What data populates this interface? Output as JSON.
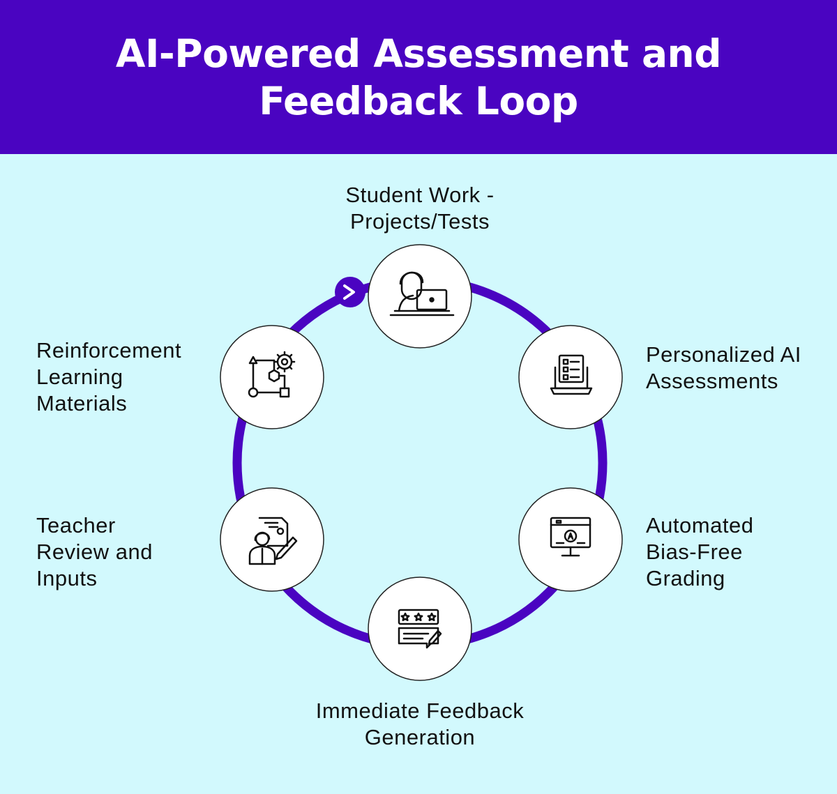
{
  "header": {
    "title_line1": "AI-Powered Assessment and",
    "title_line2": "Feedback Loop",
    "background": "#4a04c1"
  },
  "colors": {
    "ring": "#4a04c1",
    "background": "#d2f9fd",
    "node_fill": "#ffffff",
    "node_stroke": "#222222"
  },
  "steps": [
    {
      "icon": "student-laptop-icon",
      "lines": [
        "Student Work -",
        "Projects/Tests"
      ]
    },
    {
      "icon": "checklist-laptop-icon",
      "lines": [
        "Personalized AI",
        "Assessments"
      ]
    },
    {
      "icon": "grading-monitor-icon",
      "lines": [
        "Automated",
        "Bias-Free",
        "Grading"
      ]
    },
    {
      "icon": "rating-chat-icon",
      "lines": [
        "Immediate Feedback",
        "Generation"
      ]
    },
    {
      "icon": "teacher-review-icon",
      "lines": [
        "Teacher",
        "Review and",
        "Inputs"
      ]
    },
    {
      "icon": "flow-gear-icon",
      "lines": [
        "Reinforcement",
        "Learning",
        "Materials"
      ]
    }
  ],
  "direction_marker": "chevron-right-icon"
}
